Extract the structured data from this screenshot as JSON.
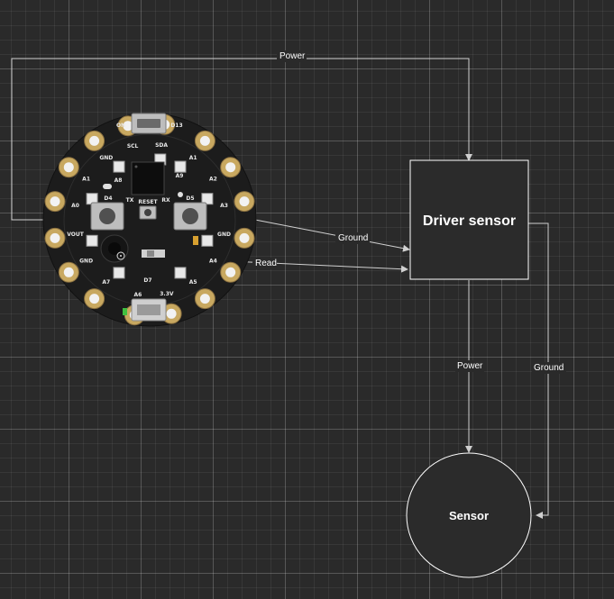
{
  "nodes": {
    "driver": {
      "label": "Driver sensor"
    },
    "sensor": {
      "label": "Sensor"
    }
  },
  "edges": {
    "top_power": {
      "label": "Power"
    },
    "ground_board": {
      "label": "Ground"
    },
    "read": {
      "label": "Read"
    },
    "power_down": {
      "label": "Power"
    },
    "ground_down": {
      "label": "Ground"
    }
  },
  "board": {
    "pins": [
      "A1",
      "A2",
      "A3",
      "GND",
      "A4",
      "A5",
      "3.3V",
      "A6",
      "A7",
      "GND",
      "VOUT",
      "A0",
      "A1",
      "GND",
      "SCL",
      "SDA"
    ],
    "labels": {
      "reset": "RESET",
      "tx": "TX",
      "rx": "RX",
      "d4": "D4",
      "d5": "D5",
      "d7": "D7",
      "d13": "D13",
      "a8": "A8",
      "a9": "A9",
      "on": "ON"
    }
  },
  "colors": {
    "background": "#2a2a2a",
    "node_fill": "#2b2b2b",
    "stroke": "#ffffff",
    "pad": "#c8a860",
    "board": "#1c1c1c"
  }
}
